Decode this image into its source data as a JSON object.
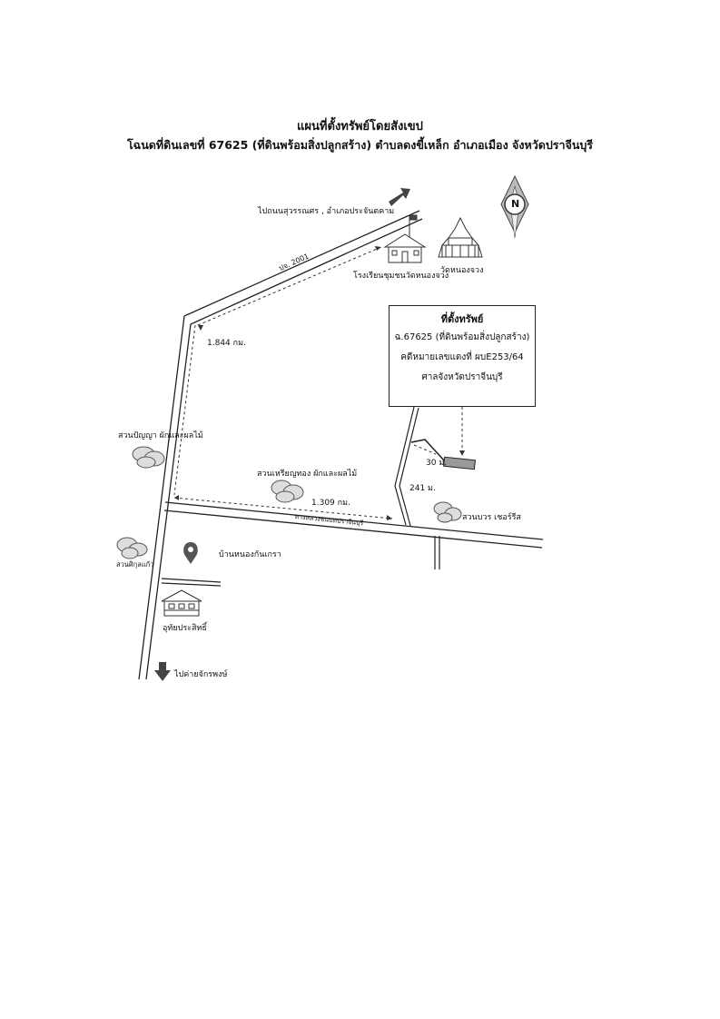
{
  "title": "แผนที่ตั้งทรัพย์โดยสังเขป",
  "subtitle": "โฉนดที่ดินเลขที่ 67625 (ที่ดินพร้อมสิ่งปลูกสร้าง)  ตำบลดงขี้เหล็ก  อำเภอเมือง  จังหวัดปราจีนบุรี",
  "compass": {
    "letter": "N"
  },
  "route_top": "ไปถนนสุวรรณศร , อำเภอประจันตคาม",
  "route_bottom": "ไปค่ายจักรพงษ์",
  "road_top_label": "ปจ. 2001",
  "road_bottom_label": "ทางหลวงชนบทปราจีนบุรี",
  "distances": {
    "d1": "1.844 กม.",
    "d2": "1.309 กม.",
    "d3": "241 ม.",
    "d4": "30 ม."
  },
  "landmarks": {
    "school": "โรงเรียนชุมชนวัดหนองจวง",
    "temple": "วัดหนองจวง",
    "garden1": "สวนปัญญา ผักและผลไม้",
    "garden2": "สวนเหรียญทอง ผักและผลไม้",
    "garden3": "สวนบวร เชอร์รีส",
    "garden4": "สวนศิกุลแก้ว",
    "village": "บ้านหนองกันเกรา",
    "house": "อุทัยประสิทธิ์"
  },
  "property": {
    "heading": "ที่ตั้งทรัพย์",
    "line1": "ฉ.67625 (ที่ดินพร้อมสิ่งปลูกสร้าง)",
    "line2": "คดีหมายเลขแดงที่ ผบE253/64",
    "line3": "ศาลจังหวัดปราจีนบุรี"
  }
}
